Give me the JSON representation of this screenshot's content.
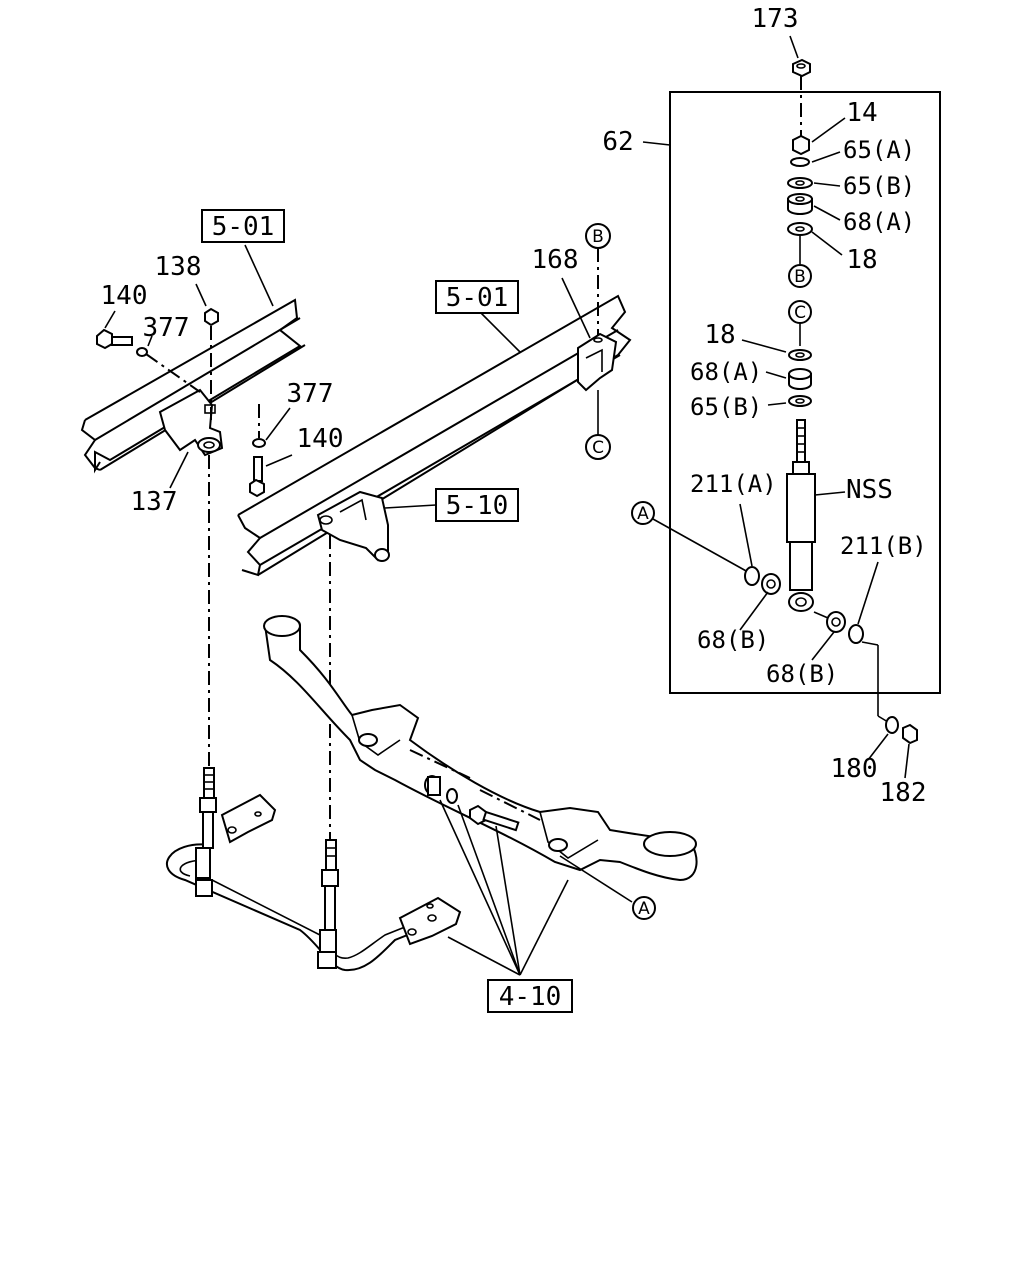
{
  "callouts": {
    "c173": "173",
    "c62": "62",
    "c14": "14",
    "c65a_top": "65(A)",
    "c65b_top": "65(B)",
    "c68a_top": "68(A)",
    "c18_top": "18",
    "c18_mid": "18",
    "c68a_mid": "68(A)",
    "c65b_mid": "65(B)",
    "c211a": "211(A)",
    "nss": "NSS",
    "c211b": "211(B)",
    "c68b_left": "68(B)",
    "c68b_right": "68(B)",
    "c180": "180",
    "c182": "182",
    "c168": "168",
    "c138": "138",
    "c140_left": "140",
    "c377_left": "377",
    "c377_right": "377",
    "c140_right": "140",
    "c137": "137"
  },
  "section_refs": {
    "ref_501_left": "5-01",
    "ref_501_right": "5-01",
    "ref_510": "5-10",
    "ref_410": "4-10"
  },
  "circle_markers": {
    "a": "A",
    "b": "B",
    "c": "C"
  }
}
